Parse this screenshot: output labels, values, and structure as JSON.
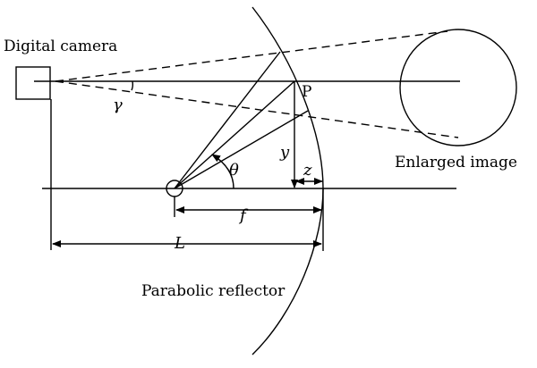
{
  "labels": {
    "camera": "Digital camera",
    "point": "P",
    "gamma": "γ",
    "theta": "θ",
    "y": "y",
    "z": "z",
    "f": "f",
    "L": "L",
    "enlarged": "Enlarged image",
    "reflector": "Parabolic reflector"
  }
}
